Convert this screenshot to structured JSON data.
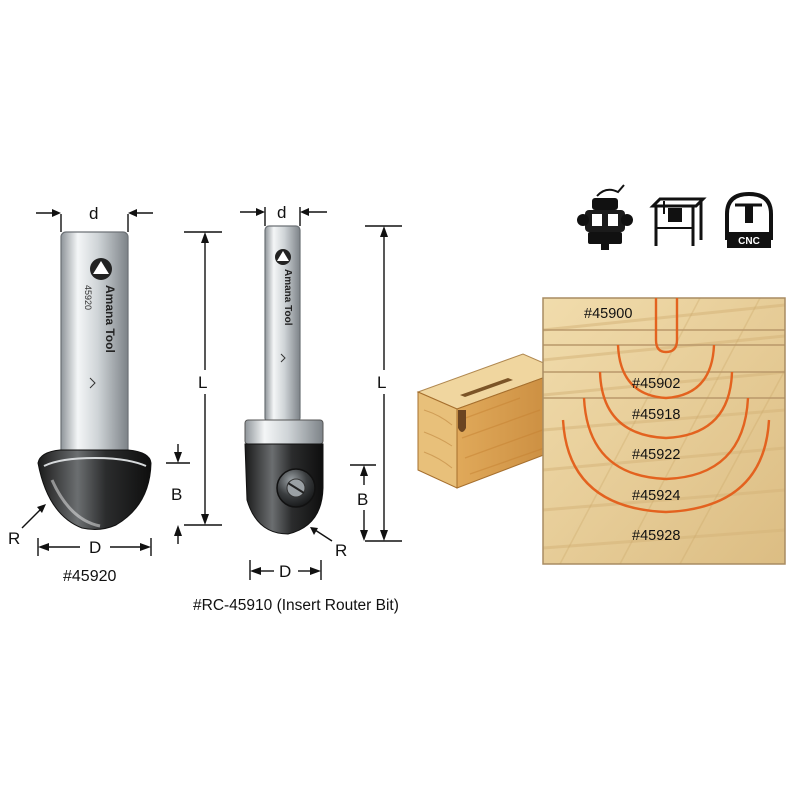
{
  "bit_solid": {
    "part_number": "#45920",
    "label_d": "d",
    "label_L": "L",
    "label_B": "B",
    "label_R": "R",
    "label_D": "D",
    "brand": "Amana Tool",
    "shank_number": "45920"
  },
  "bit_insert": {
    "part_number": "#RC-45910 (Insert Router Bit)",
    "label_d": "d",
    "label_L": "L",
    "label_B": "B",
    "label_R": "R",
    "label_D": "D",
    "brand": "Amana Tool"
  },
  "machine_icons": [
    {
      "name": "handheld-router-icon"
    },
    {
      "name": "router-table-icon"
    },
    {
      "name": "cnc-machine-icon",
      "label": "CNC"
    }
  ],
  "profiles": [
    {
      "part": "#45900"
    },
    {
      "part": "#45902"
    },
    {
      "part": "#45918"
    },
    {
      "part": "#45922"
    },
    {
      "part": "#45924"
    },
    {
      "part": "#45928"
    }
  ],
  "colors": {
    "profile_line": "#e3621f",
    "wood": "#e6cc96",
    "steel": "#cfd3d6",
    "bearing": "#2a2a2a"
  }
}
